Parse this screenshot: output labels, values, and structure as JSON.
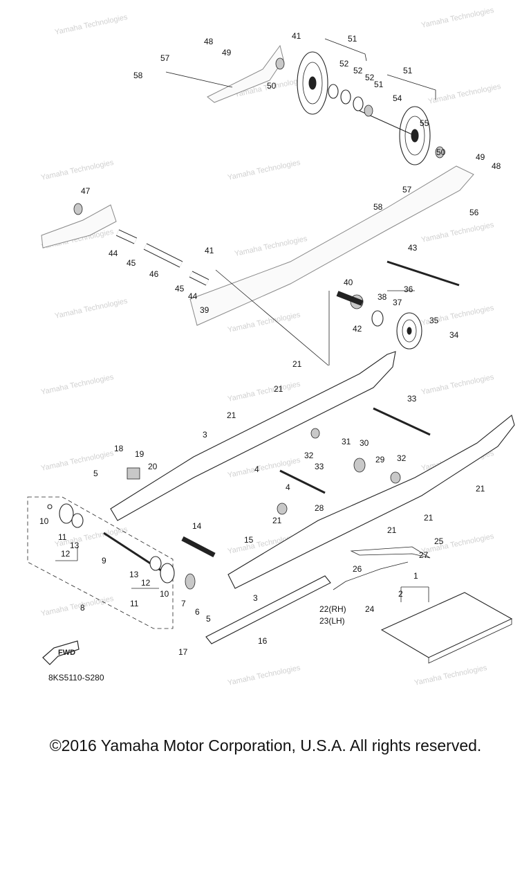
{
  "diagram": {
    "part_numbers": [
      "1",
      "2",
      "3",
      "3",
      "4",
      "4",
      "5",
      "5",
      "6",
      "7",
      "8",
      "9",
      "10",
      "10",
      "11",
      "11",
      "12",
      "12",
      "13",
      "13",
      "14",
      "15",
      "16",
      "17",
      "18",
      "19",
      "20",
      "21",
      "21",
      "21",
      "21",
      "21",
      "21",
      "21",
      "22(RH)",
      "23(LH)",
      "24",
      "25",
      "26",
      "27",
      "28",
      "29",
      "30",
      "31",
      "32",
      "32",
      "33",
      "33",
      "34",
      "35",
      "36",
      "37",
      "38",
      "39",
      "40",
      "41",
      "41",
      "42",
      "43",
      "44",
      "44",
      "45",
      "45",
      "46",
      "47",
      "48",
      "48",
      "49",
      "49",
      "50",
      "50",
      "51",
      "51",
      "51",
      "52",
      "52",
      "52",
      "54",
      "55",
      "56",
      "57",
      "57",
      "58",
      "58"
    ],
    "fwd_label": "FWD",
    "diagram_code": "8KS5110-S280",
    "watermark_text": "Yamaha Technologies"
  },
  "footer": {
    "copyright": "©2016 Yamaha Motor Corporation, U.S.A. All rights reserved."
  }
}
